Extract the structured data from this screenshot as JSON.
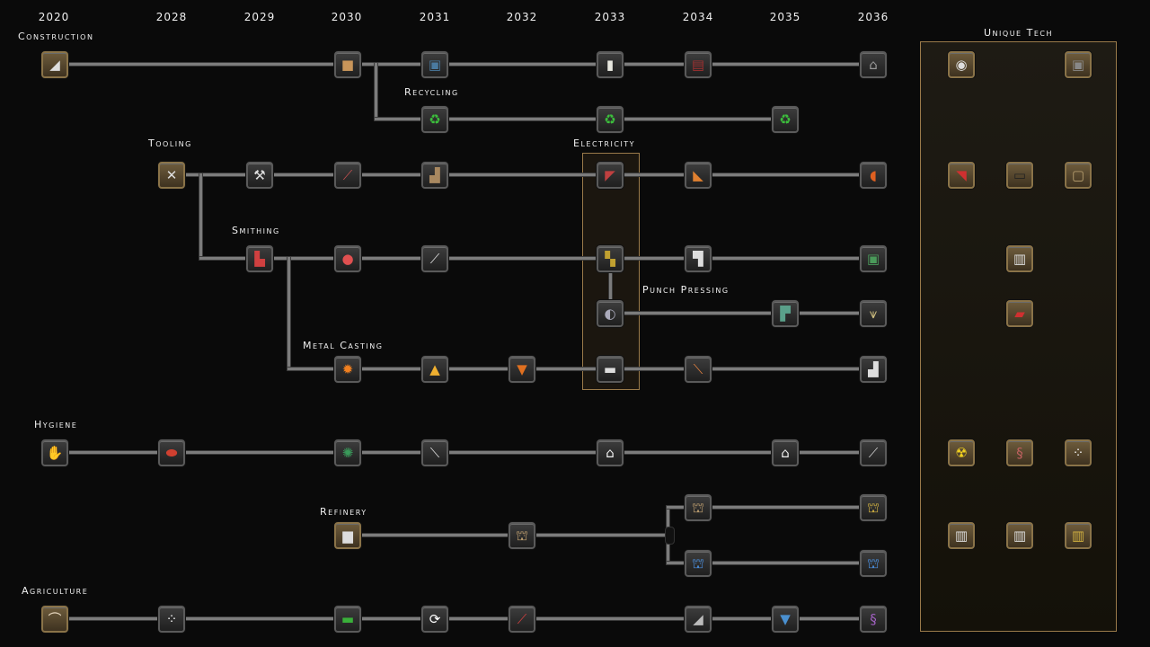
{
  "years": [
    "2020",
    "2028",
    "2029",
    "2030",
    "2031",
    "2032",
    "2033",
    "2034",
    "2035",
    "2036"
  ],
  "branches": {
    "construction": "Construction",
    "recycling": "Recycling",
    "tooling": "Tooling",
    "electricity": "Electricity",
    "smithing": "Smithing",
    "punch_pressing": "Punch Pressing",
    "metal_casting": "Metal Casting",
    "hygiene": "Hygiene",
    "refinery": "Refinery",
    "agriculture": "Agriculture"
  },
  "unique_tech": {
    "title": "Unique Tech"
  },
  "colors": {
    "background": "#0a0a0a",
    "line": "#7c7c7c",
    "accent_border": "#9a7a4a",
    "node_border": "#5a5a5a"
  },
  "icons": {
    "construction_1": "tarp-icon",
    "construction_2": "crate-icon",
    "construction_3": "shelter-icon",
    "construction_4": "door-icon",
    "construction_5": "shed-icon",
    "construction_6": "house-icon",
    "recycling_1": "recycle-icon",
    "recycling_2": "recycle-icon",
    "recycling_3": "recycle-icon",
    "tooling_1": "tools-icon",
    "tooling_2": "hammer-icon",
    "tooling_3": "wrench-icon",
    "tooling_4": "vise-icon",
    "tooling_5": "drill-icon",
    "tooling_6": "angle-grinder-icon",
    "tooling_7": "power-tool-icon",
    "smithing_1": "forge-icon",
    "smithing_2": "furnace-icon",
    "smithing_3": "anvil-icon",
    "smithing_4": "electric-forge-icon",
    "smithing_5": "workbench-icon",
    "smithing_6": "green-machine-icon",
    "punch_1": "press-icon",
    "punch_2": "punch-press-icon",
    "punch_3": "hydraulic-press-icon",
    "casting_1": "crucible-icon",
    "casting_2": "mold-icon",
    "casting_3": "molten-metal-icon",
    "casting_4": "casting-machine-icon",
    "casting_5": "pouring-icon",
    "casting_6": "foundry-icon",
    "hygiene_1": "hands-wash-icon",
    "hygiene_2": "soap-icon",
    "hygiene_3": "filter-icon",
    "hygiene_4": "brush-icon",
    "hygiene_5": "tent-icon",
    "hygiene_6": "medical-tent-icon",
    "hygiene_7": "syringe-icon",
    "refinery_1": "oil-drum-icon",
    "refinery_2": "still-icon",
    "refinery_3": "distillery-icon",
    "refinery_4": "advanced-distillery-icon",
    "refinery_5": "lab-distillery-icon",
    "refinery_6": "chem-refinery-icon",
    "agriculture_1": "mushroom-icon",
    "agriculture_2": "seeds-icon",
    "agriculture_3": "planter-icon",
    "agriculture_4": "cycle-icon",
    "agriculture_5": "sickle-icon",
    "agriculture_6": "plow-icon",
    "agriculture_7": "bucket-icon",
    "agriculture_8": "vine-icon",
    "unique_1": "pit-icon",
    "unique_2": "box-icon",
    "unique_3": "hair-dryer-icon",
    "unique_4": "radio-icon",
    "unique_5": "panel-icon",
    "unique_6": "generator-icon",
    "unique_7": "battery-icon",
    "unique_8": "radiation-icon",
    "unique_9": "dna-icon",
    "unique_10": "cotton-icon",
    "unique_11": "storage-icon",
    "unique_12": "fuel-storage-icon",
    "unique_13": "tanks-icon"
  }
}
